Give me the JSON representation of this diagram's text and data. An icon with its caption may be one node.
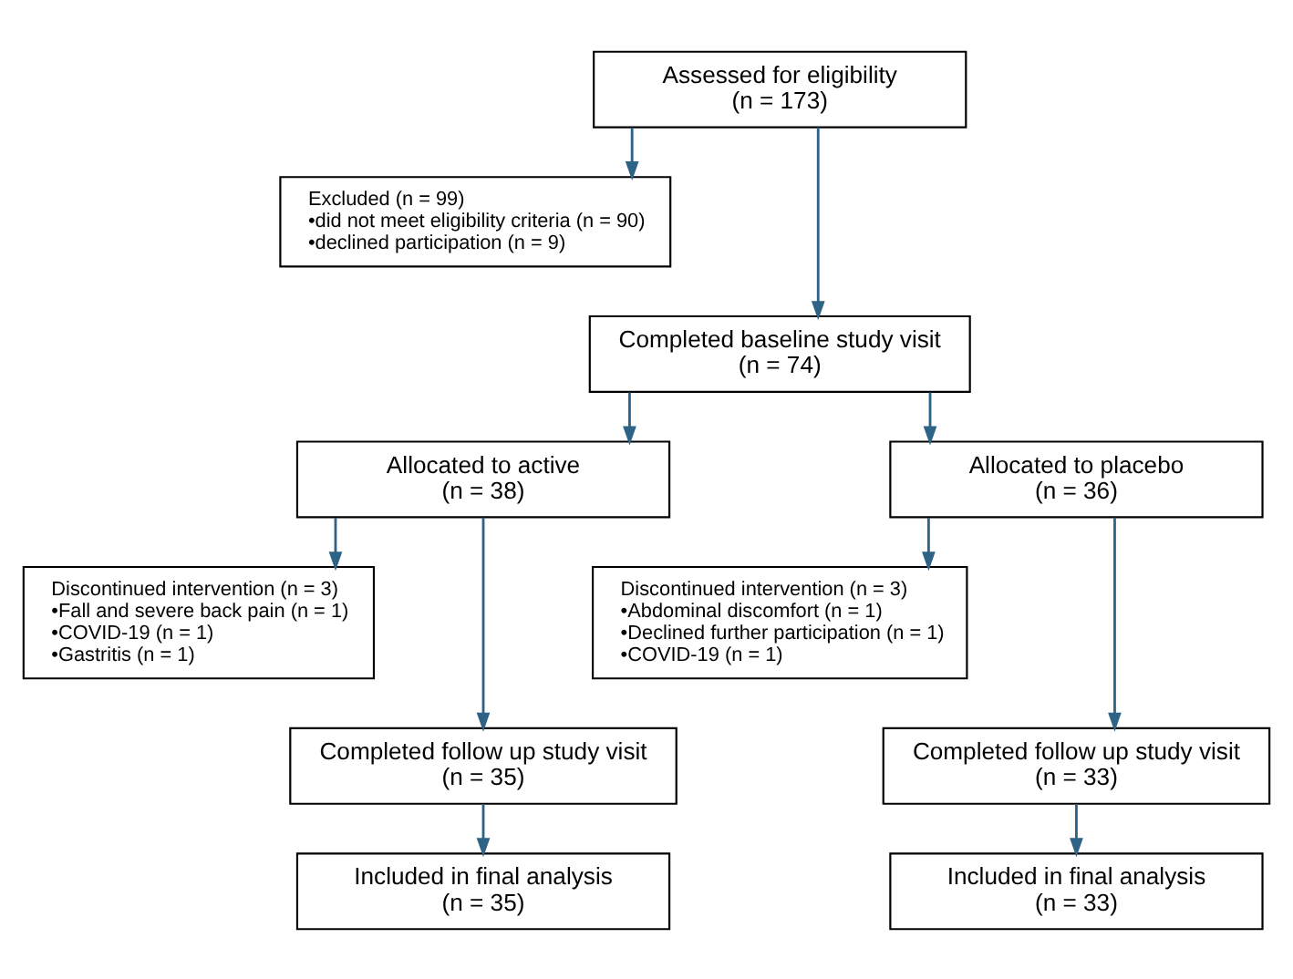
{
  "diagram": {
    "nodes": [
      {
        "text": [
          "Assessed for eligibility",
          "(n = 173)"
        ]
      },
      {
        "text": [
          "Excluded (n = 99)",
          "•did not meet eligibility criteria (n = 90)",
          "•declined participation (n = 9)"
        ]
      },
      {
        "text": [
          "Completed baseline study visit",
          "(n = 74)"
        ]
      },
      {
        "text": [
          "Allocated to active",
          "(n = 38)"
        ]
      },
      {
        "text": [
          "Allocated to placebo",
          "(n = 36)"
        ]
      },
      {
        "text": [
          "Discontinued intervention (n = 3)",
          "•Fall and severe back pain (n = 1)",
          "•COVID-19 (n = 1)",
          "•Gastritis (n = 1)"
        ]
      },
      {
        "text": [
          "Discontinued intervention (n = 3)",
          "•Abdominal discomfort (n = 1)",
          "•Declined further participation (n = 1)",
          "•COVID-19 (n = 1)"
        ]
      },
      {
        "text": [
          "Completed follow up study visit",
          "(n = 35)"
        ]
      },
      {
        "text": [
          "Completed follow up study visit",
          "(n = 33)"
        ]
      },
      {
        "text": [
          "Included in final analysis",
          "(n = 35)"
        ]
      },
      {
        "text": [
          "Included in final analysis",
          "(n = 33)"
        ]
      }
    ],
    "edges": [
      {
        "from": 0,
        "to": 1,
        "arrow": "to"
      },
      {
        "from": 0,
        "to": 2,
        "arrow": "to"
      },
      {
        "from": 2,
        "to": 3,
        "arrow": "to"
      },
      {
        "from": 2,
        "to": 4,
        "arrow": "to"
      },
      {
        "from": 3,
        "to": 5,
        "arrow": "to"
      },
      {
        "from": 3,
        "to": 7,
        "arrow": "to"
      },
      {
        "from": 4,
        "to": 6,
        "arrow": "to"
      },
      {
        "from": 4,
        "to": 8,
        "arrow": "to"
      },
      {
        "from": 7,
        "to": 9,
        "arrow": "to"
      },
      {
        "from": 8,
        "to": 10,
        "arrow": "to"
      }
    ]
  }
}
